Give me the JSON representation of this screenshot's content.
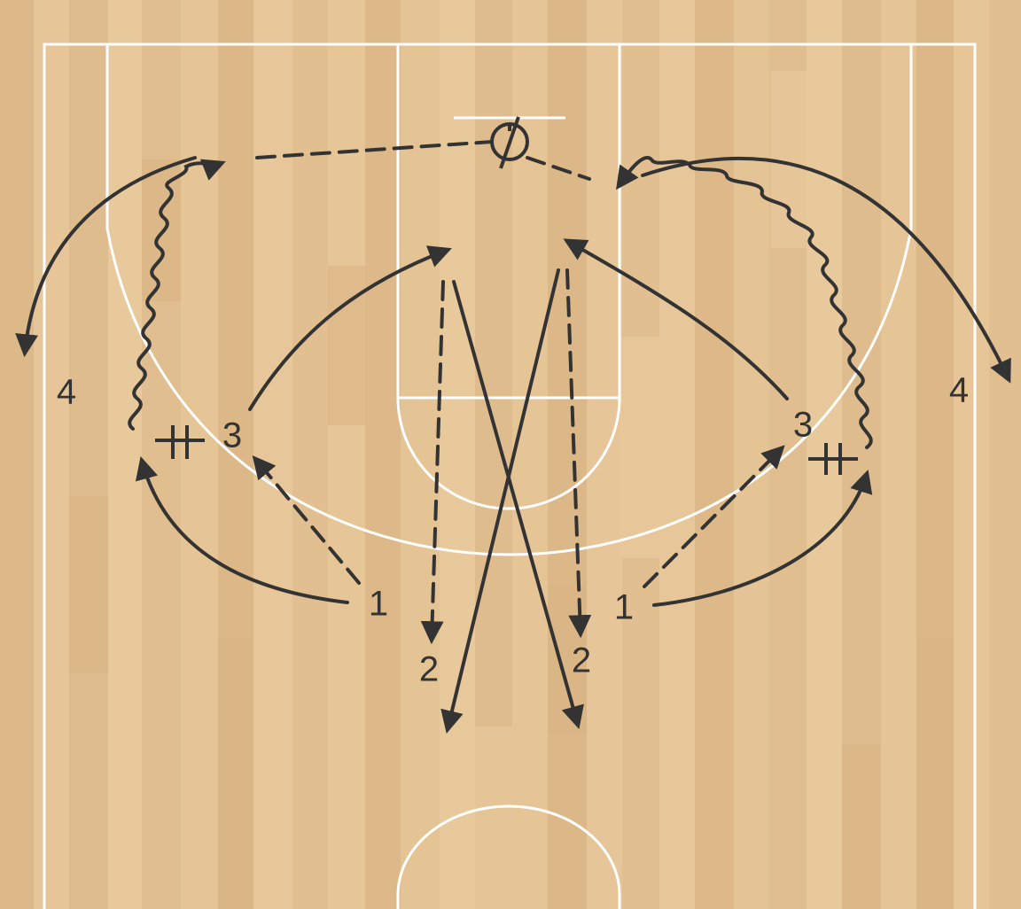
{
  "colors": {
    "floor": "#e4c394",
    "court_line": "#ffffff",
    "ink": "#333333"
  },
  "players": {
    "p1_left": "1",
    "p1_right": "1",
    "p2_left": "2",
    "p2_right": "2",
    "p3_left": "3",
    "p3_right": "3",
    "p4_left": "4",
    "p4_right": "4"
  }
}
